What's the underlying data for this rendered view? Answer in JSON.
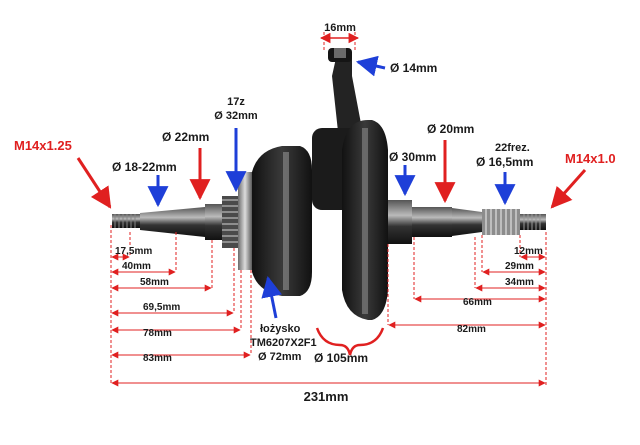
{
  "colors": {
    "red": "#e02020",
    "blue": "#1e3fd8",
    "steel": "#2a2a2a",
    "metal": "#8a8a8a"
  },
  "labels": {
    "pin_width": "16mm",
    "small_end": "Ø 14mm",
    "sprocket_teeth": "17z",
    "sprocket_diam": "Ø 32mm",
    "left_thread": "M14x1.25",
    "right_thread": "M14x1.0",
    "left_taper": "Ø 18-22mm",
    "left_seat": "Ø 22mm",
    "right_seat": "Ø 20mm",
    "right_journal": "Ø 30mm",
    "spline_teeth": "22frez.",
    "spline_diam": "Ø 16,5mm",
    "bearing_label": "łożysko",
    "bearing_model": "TM6207X2F1",
    "bearing_diam": "Ø 72mm",
    "flywheel_diam": "Ø 105mm"
  },
  "dims_left": [
    "17,5mm",
    "40mm",
    "58mm",
    "69,5mm",
    "78mm",
    "83mm"
  ],
  "dims_right": [
    "12mm",
    "29mm",
    "34mm",
    "66mm",
    "82mm"
  ],
  "total": "231mm"
}
